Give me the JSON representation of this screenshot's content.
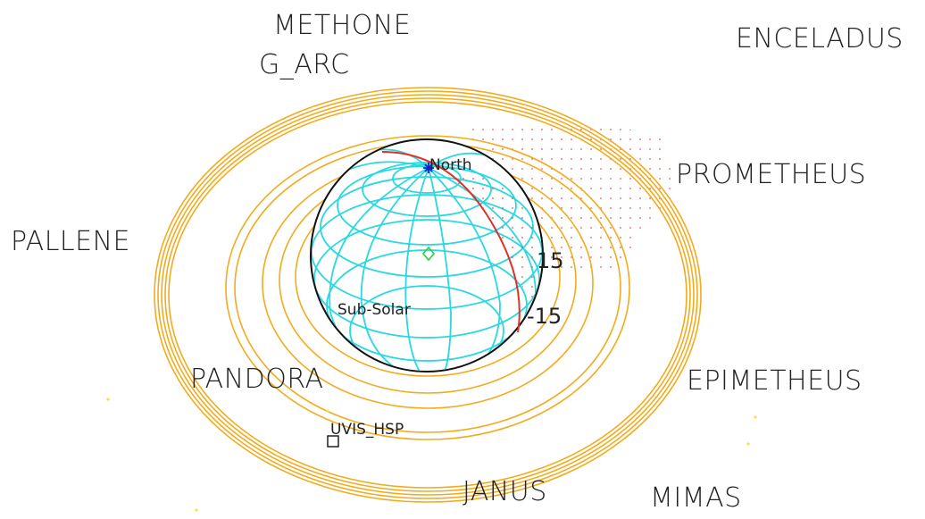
{
  "moons": {
    "methone": "METHONE",
    "g_arc": "G_ARC",
    "enceladus": "ENCELADUS",
    "prometheus": "PROMETHEUS",
    "pallene": "PALLENE",
    "pandora": "PANDORA",
    "epimetheus": "EPIMETHEUS",
    "janus": "JANUS",
    "mimas": "MIMAS"
  },
  "planet": {
    "north_label": "North",
    "sub_solar_label": "Sub-Solar",
    "lat_label_upper": "15",
    "lat_label_lower": "-15"
  },
  "instrument": {
    "label": "UVIS_HSP"
  },
  "colors": {
    "rings": "#f2ab1e",
    "grid": "#29d8e0",
    "limb": "#111111",
    "terminator": "#e0302a",
    "night_dots": "#e04040",
    "north_marker": "#1020d0",
    "center_marker": "#2ecc40",
    "star_dots": "#f5e04a"
  },
  "icons": {
    "north_marker": "north-pole-star-icon",
    "center_marker": "diamond-icon",
    "instrument_marker": "square-icon"
  }
}
